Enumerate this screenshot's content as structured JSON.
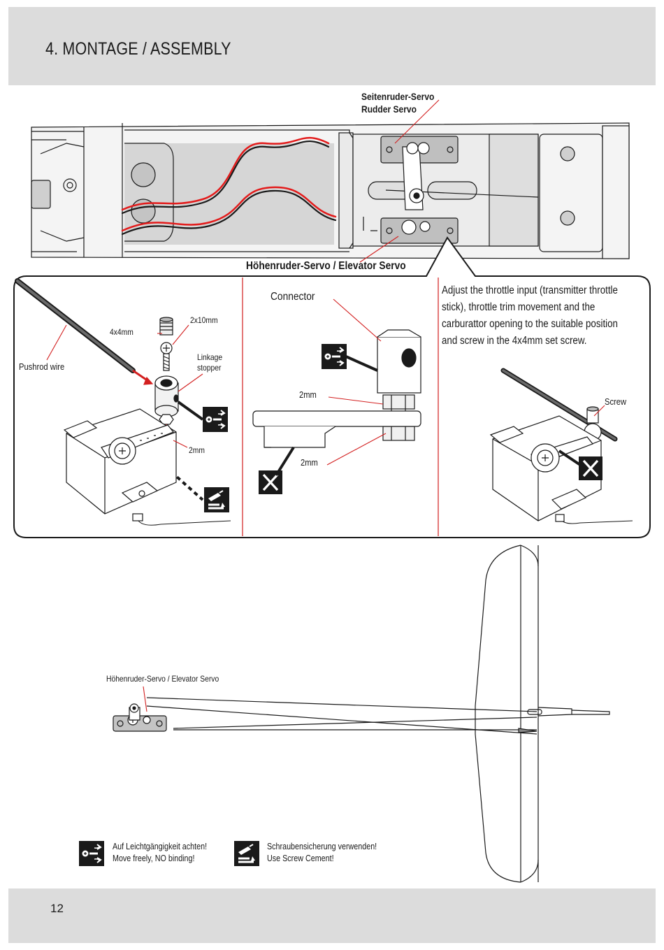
{
  "header": {
    "title": "4. MONTAGE / ASSEMBLY"
  },
  "fuselage_view": {
    "rudder_servo_de": "Seitenruder-Servo",
    "rudder_servo_en": "Rudder Servo",
    "elevator_servo": "Höhenruder-Servo / Elevator Servo"
  },
  "panel_left": {
    "set_screw": "4x4mm",
    "screw": "2x10mm",
    "pushrod": "Pushrod wire",
    "stopper_line1": "Linkage",
    "stopper_line2": "stopper",
    "gap": "2mm"
  },
  "panel_middle": {
    "connector": "Connector",
    "gap_top": "2mm",
    "gap_bottom": "2mm",
    "wrong_mark": "X"
  },
  "panel_right": {
    "instruction_lines": [
      "Adjust the throttle input (transmitter throttle",
      "stick), throttle trim movement and the",
      "carburattor opening to the suitable position",
      "and screw in the 4x4mm set screw."
    ],
    "screw": "Screw",
    "wrong_mark": "X"
  },
  "tail_view": {
    "elevator_servo": "Höhenruder-Servo / Elevator Servo"
  },
  "legend": {
    "free_move": {
      "icon": "free-movement-icon",
      "line1": "Auf Leichtgängigkeit achten!",
      "line2": "Move freely, NO binding!"
    },
    "screw_cement": {
      "icon": "screw-cement-icon",
      "line1": "Schraubensicherung verwenden!",
      "line2": "Use Screw Cement!"
    }
  },
  "footer": {
    "page_number": "12"
  },
  "colors": {
    "band_grey": "#dcdcdc",
    "leader_red": "#d32020",
    "wire_red": "#e31b1b"
  }
}
